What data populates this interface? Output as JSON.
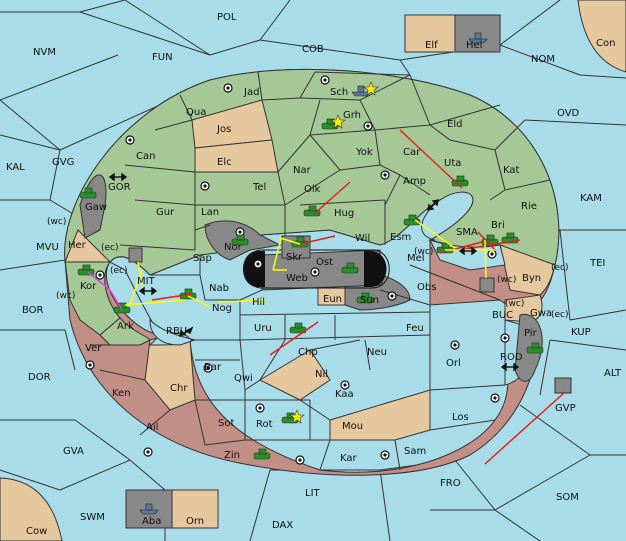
{
  "colors": {
    "sea": "#a8dce8",
    "green": "#a6c897",
    "red": "#c28f86",
    "tan": "#e6c89e",
    "gray": "#888888",
    "black": "#111111",
    "army": "#2e8c2e",
    "arrow_red": "#e02020",
    "arrow_yellow": "#ffff00",
    "arrow_magenta": "#e040e0"
  },
  "sea_labels": {
    "pol": "POL",
    "fun": "FUN",
    "cob": "COB",
    "nvm": "NVM",
    "nom": "NOM",
    "ovd": "OVD",
    "kal": "KAL",
    "gvg": "GVG",
    "kam": "KAM",
    "mvu": "MVU",
    "tei": "TEI",
    "bor": "BOR",
    "kup": "KUP",
    "dor": "DOR",
    "alt": "ALT",
    "gva": "GVA",
    "fro": "FRO",
    "som": "SOM",
    "lit": "LIT",
    "swm": "SWM",
    "dax": "DAX",
    "smr": "SMA",
    "rbu": "RBU",
    "mit": "MIT",
    "gor": "GOR",
    "buc": "BUC",
    "rod": "ROD",
    "gvp": "GVP"
  },
  "corner_labels": {
    "con": "Con",
    "cow": "Cow"
  },
  "box_labels": {
    "elf": "Elf",
    "hel": "Hel",
    "aba": "Aba",
    "orn": "Orn"
  },
  "green_provinces": {
    "jad": "Jad",
    "sch": "Sch",
    "qua": "Qua",
    "jos": "Jos",
    "grh": "Grh",
    "can": "Can",
    "elc": "Elc",
    "yok": "Yok",
    "car": "Car",
    "eld": "Eld",
    "uta": "Uta",
    "kat": "Kat",
    "nar": "Nar",
    "tel": "Tel",
    "olk": "Olk",
    "amp": "Amp",
    "gur": "Gur",
    "lan": "Lan",
    "hug": "Hug",
    "rie": "Rie",
    "bri": "Bri",
    "gaw": "Gaw",
    "esm": "Esm",
    "wil": "Wil",
    "sap": "Sap",
    "nor": "Nor",
    "kor": "Kor",
    "ark": "Ark"
  },
  "center_provinces": {
    "skr": "Skr",
    "ost": "Ost",
    "web": "Web",
    "eun": "Eun",
    "sun": "Sun"
  },
  "red_provinces": {
    "mel": "Mel",
    "byn": "Byn",
    "obs": "Obs",
    "nab": "Nab",
    "nog": "Nog",
    "hil": "Hil",
    "her": "Her",
    "uru": "Uru",
    "feu": "Feu",
    "ver": "Ver",
    "chp": "Chp",
    "neu": "Neu",
    "orl": "Orl",
    "bar": "Bar",
    "qwi": "Qwi",
    "nil": "Nil",
    "ken": "Ken",
    "chr": "Chr",
    "kaa": "Kaa",
    "pir": "Pir",
    "gwa": "Gwa",
    "los": "Los",
    "sot": "Sot",
    "rot": "Rot",
    "mou": "Mou",
    "ail": "Ail",
    "sam": "Sam",
    "zin": "Zin",
    "kar": "Kar"
  },
  "coast_tags": {
    "wc1": "(wc)",
    "ec1": "(ec)",
    "ec2": "(ec)",
    "wc2": "(wc)",
    "wc3": "(wc)",
    "ec3": "(ec)",
    "wc4": "(wc)",
    "ec4": "(ec)"
  }
}
